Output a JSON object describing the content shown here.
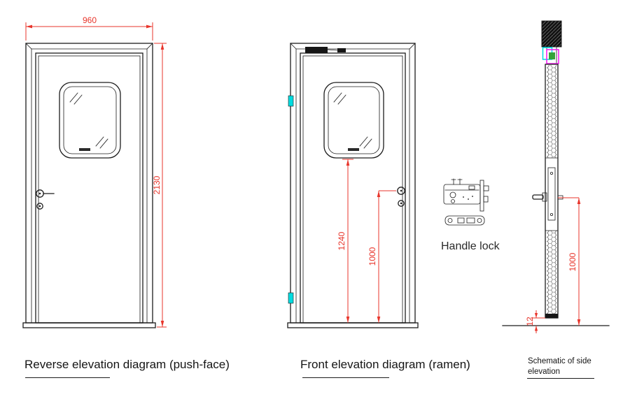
{
  "title": "Door elevation technical drawing",
  "colors": {
    "dimension_red": "#e8352b",
    "hinge_cyan": "#00dbe0",
    "marker_magenta": "#f317f3",
    "marker_green": "#35a33a",
    "ink": "#1c1c1c"
  },
  "dimensions": {
    "reverse_width": "960",
    "reverse_height": "2130",
    "front_window_height": "1240",
    "front_handle_height": "1000",
    "side_handle_height": "1000",
    "side_bottom_gap": "12"
  },
  "labels": {
    "handle_lock": "Handle lock"
  },
  "captions": {
    "reverse": "Reverse elevation diagram (push-face)",
    "front": "Front elevation diagram (ramen)",
    "side_line1": "Schematic of side",
    "side_line2": "elevation"
  }
}
